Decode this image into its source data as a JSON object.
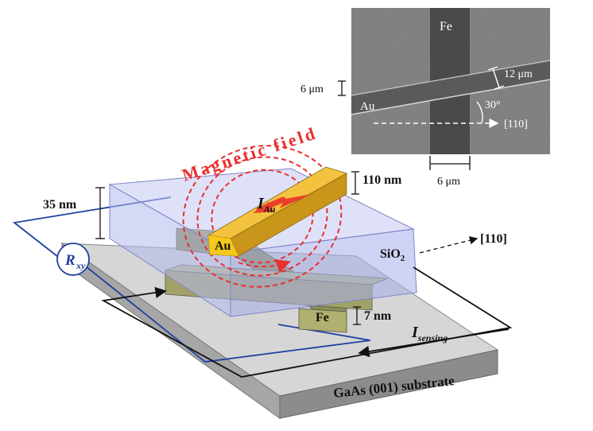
{
  "labels": {
    "magnetic_field": "Magnetic field",
    "au_thickness": "110 nm",
    "sio2_thickness": "35 nm",
    "fe_thickness": "7 nm",
    "au_wire": "Au",
    "fe_wire": "Fe",
    "sio2": "SiO",
    "sio2_sub": "2",
    "direction_110": "[110]",
    "current_au_I": "I",
    "current_au_sub": "Au",
    "sensing_I": "I",
    "sensing_sub": "sensing",
    "rxy_R": "R",
    "rxy_sub": "xy",
    "substrate": "GaAs (001) substrate"
  },
  "sem_inset": {
    "fe_label": "Fe",
    "au_label": "Au",
    "au_width": "12 μm",
    "gap_label": "6 μm",
    "fe_width": "6 μm",
    "angle": "30°",
    "direction": "[110]"
  },
  "colors": {
    "au_top": "#e0a030",
    "au_front": "#f0c020",
    "fe": "#9a9a5a",
    "sio2": "#b8bff0",
    "substrate": "#c8c8c8",
    "field_lines": "#e83030",
    "rxy_circuit": "#2040a0"
  }
}
